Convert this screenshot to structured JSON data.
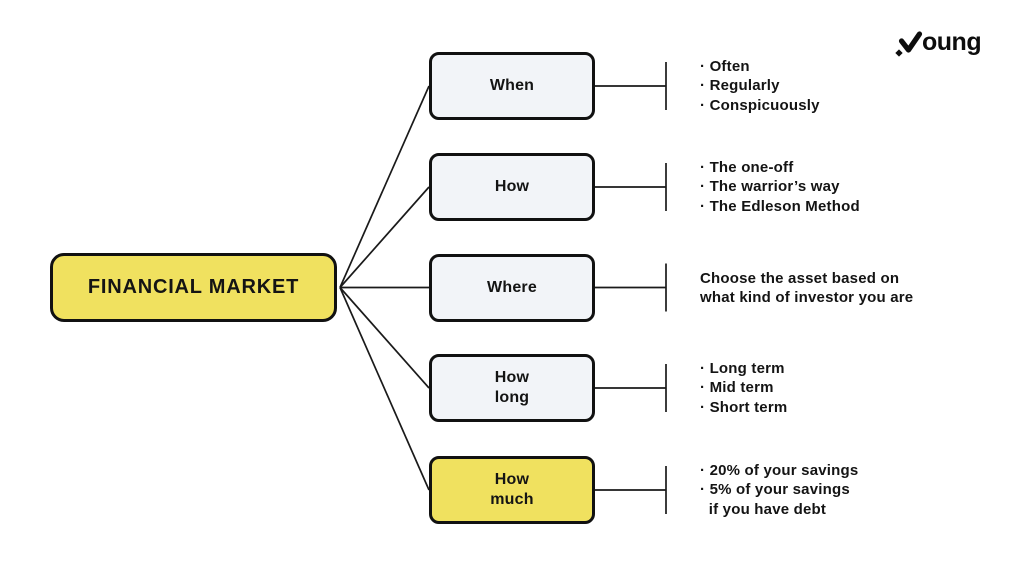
{
  "brand": {
    "wordmark": "oung",
    "full_name": "Young"
  },
  "root": {
    "label": "FINANCIAL MARKET"
  },
  "branches": [
    {
      "label": "When",
      "highlighted": false,
      "lines": [
        "· Often",
        "· Regularly",
        "· Conspicuously"
      ]
    },
    {
      "label": "How",
      "highlighted": false,
      "lines": [
        "· The one-off",
        "· The warrior’s way",
        "· The Edleson Method"
      ]
    },
    {
      "label": "Where",
      "highlighted": false,
      "lines": [
        "Choose the asset based on",
        "what kind of investor you are"
      ]
    },
    {
      "label": "How\nlong",
      "highlighted": false,
      "lines": [
        "· Long term",
        "· Mid term",
        "· Short term"
      ]
    },
    {
      "label": "How\nmuch",
      "highlighted": true,
      "lines": [
        "· 20% of your savings",
        "· 5% of your savings",
        "  if you have debt"
      ]
    }
  ],
  "colors": {
    "highlight_yellow": "#F0E15F",
    "node_fill": "#F2F4F8",
    "line_color": "#1A1A1A",
    "background": "#FFFFFF"
  }
}
